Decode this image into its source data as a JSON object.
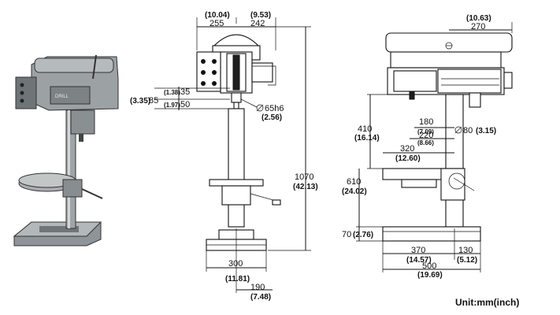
{
  "dims": {
    "top_left_w_in": "(10.04)",
    "top_left_w_mm": "255",
    "top_mid_w_in": "(9.53)",
    "top_mid_w_mm": "242",
    "tbl_35_in": "(1.38)",
    "tbl_35_mm": "35",
    "tbl_85_in": "(3.35)",
    "tbl_85_mm": "85",
    "tbl_50_in": "(1.97)",
    "tbl_50_mm": "50",
    "spindle_mm": "65h6",
    "spindle_in": "(2.56)",
    "height_mm": "1070",
    "height_in": "(42.13)",
    "base_w_mm": "300",
    "base_w_in": "(11.81)",
    "base_off_mm": "190",
    "base_off_in": "(7.48)",
    "right_top_in": "(10.63)",
    "right_top_mm": "270",
    "h410_mm": "410",
    "h410_in": "(16.14)",
    "d180_mm": "180",
    "d180_in": "(7.09)",
    "col_dia": "80",
    "col_dia_in": "(3.15)",
    "d220_mm": "220",
    "d220_in": "(8.66)",
    "d320_mm": "320",
    "d320_in": "(12.60)",
    "h610_mm": "610",
    "h610_in": "(24.02)",
    "h70_mm": "70",
    "h70_in": "(2.76)",
    "b370_mm": "370",
    "b370_in": "(14.57)",
    "b130_mm": "130",
    "b130_in": "(5.12)",
    "b500_mm": "500",
    "b500_in": "(19.69)"
  },
  "unit_label": "Unit:mm(inch)",
  "colors": {
    "ink": "#111111",
    "machine_body": "#9aa0a3",
    "machine_shadow": "#5e6366"
  }
}
